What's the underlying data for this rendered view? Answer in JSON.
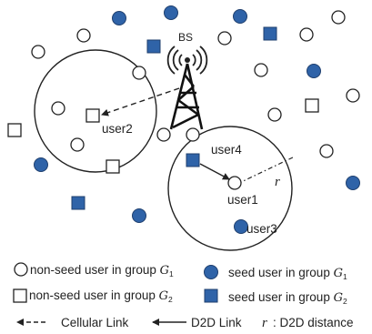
{
  "colors": {
    "seed_fill": "#2f63a8",
    "seed_stroke": "#1f3f6e",
    "outline": "#222222",
    "background": "#ffffff"
  },
  "diagram": {
    "bs_label": "BS",
    "users": {
      "user1": "user1",
      "user2": "user2",
      "user3": "user3",
      "user4": "user4"
    },
    "radius_symbol": "r"
  },
  "legend": {
    "nonseed_g1_text": "non-seed user in group ",
    "seed_g1_text": "seed user in group ",
    "nonseed_g2_text": "non-seed user in group ",
    "seed_g2_text": "seed user in group ",
    "group_symbol": "G",
    "group1_index": "1",
    "group2_index": "2",
    "cellular_link": "Cellular Link",
    "d2d_link": "D2D Link",
    "r_symbol": "r",
    "d2d_distance": ": D2D distance"
  },
  "icons": [
    "tower-icon",
    "antenna-signal-icon"
  ]
}
